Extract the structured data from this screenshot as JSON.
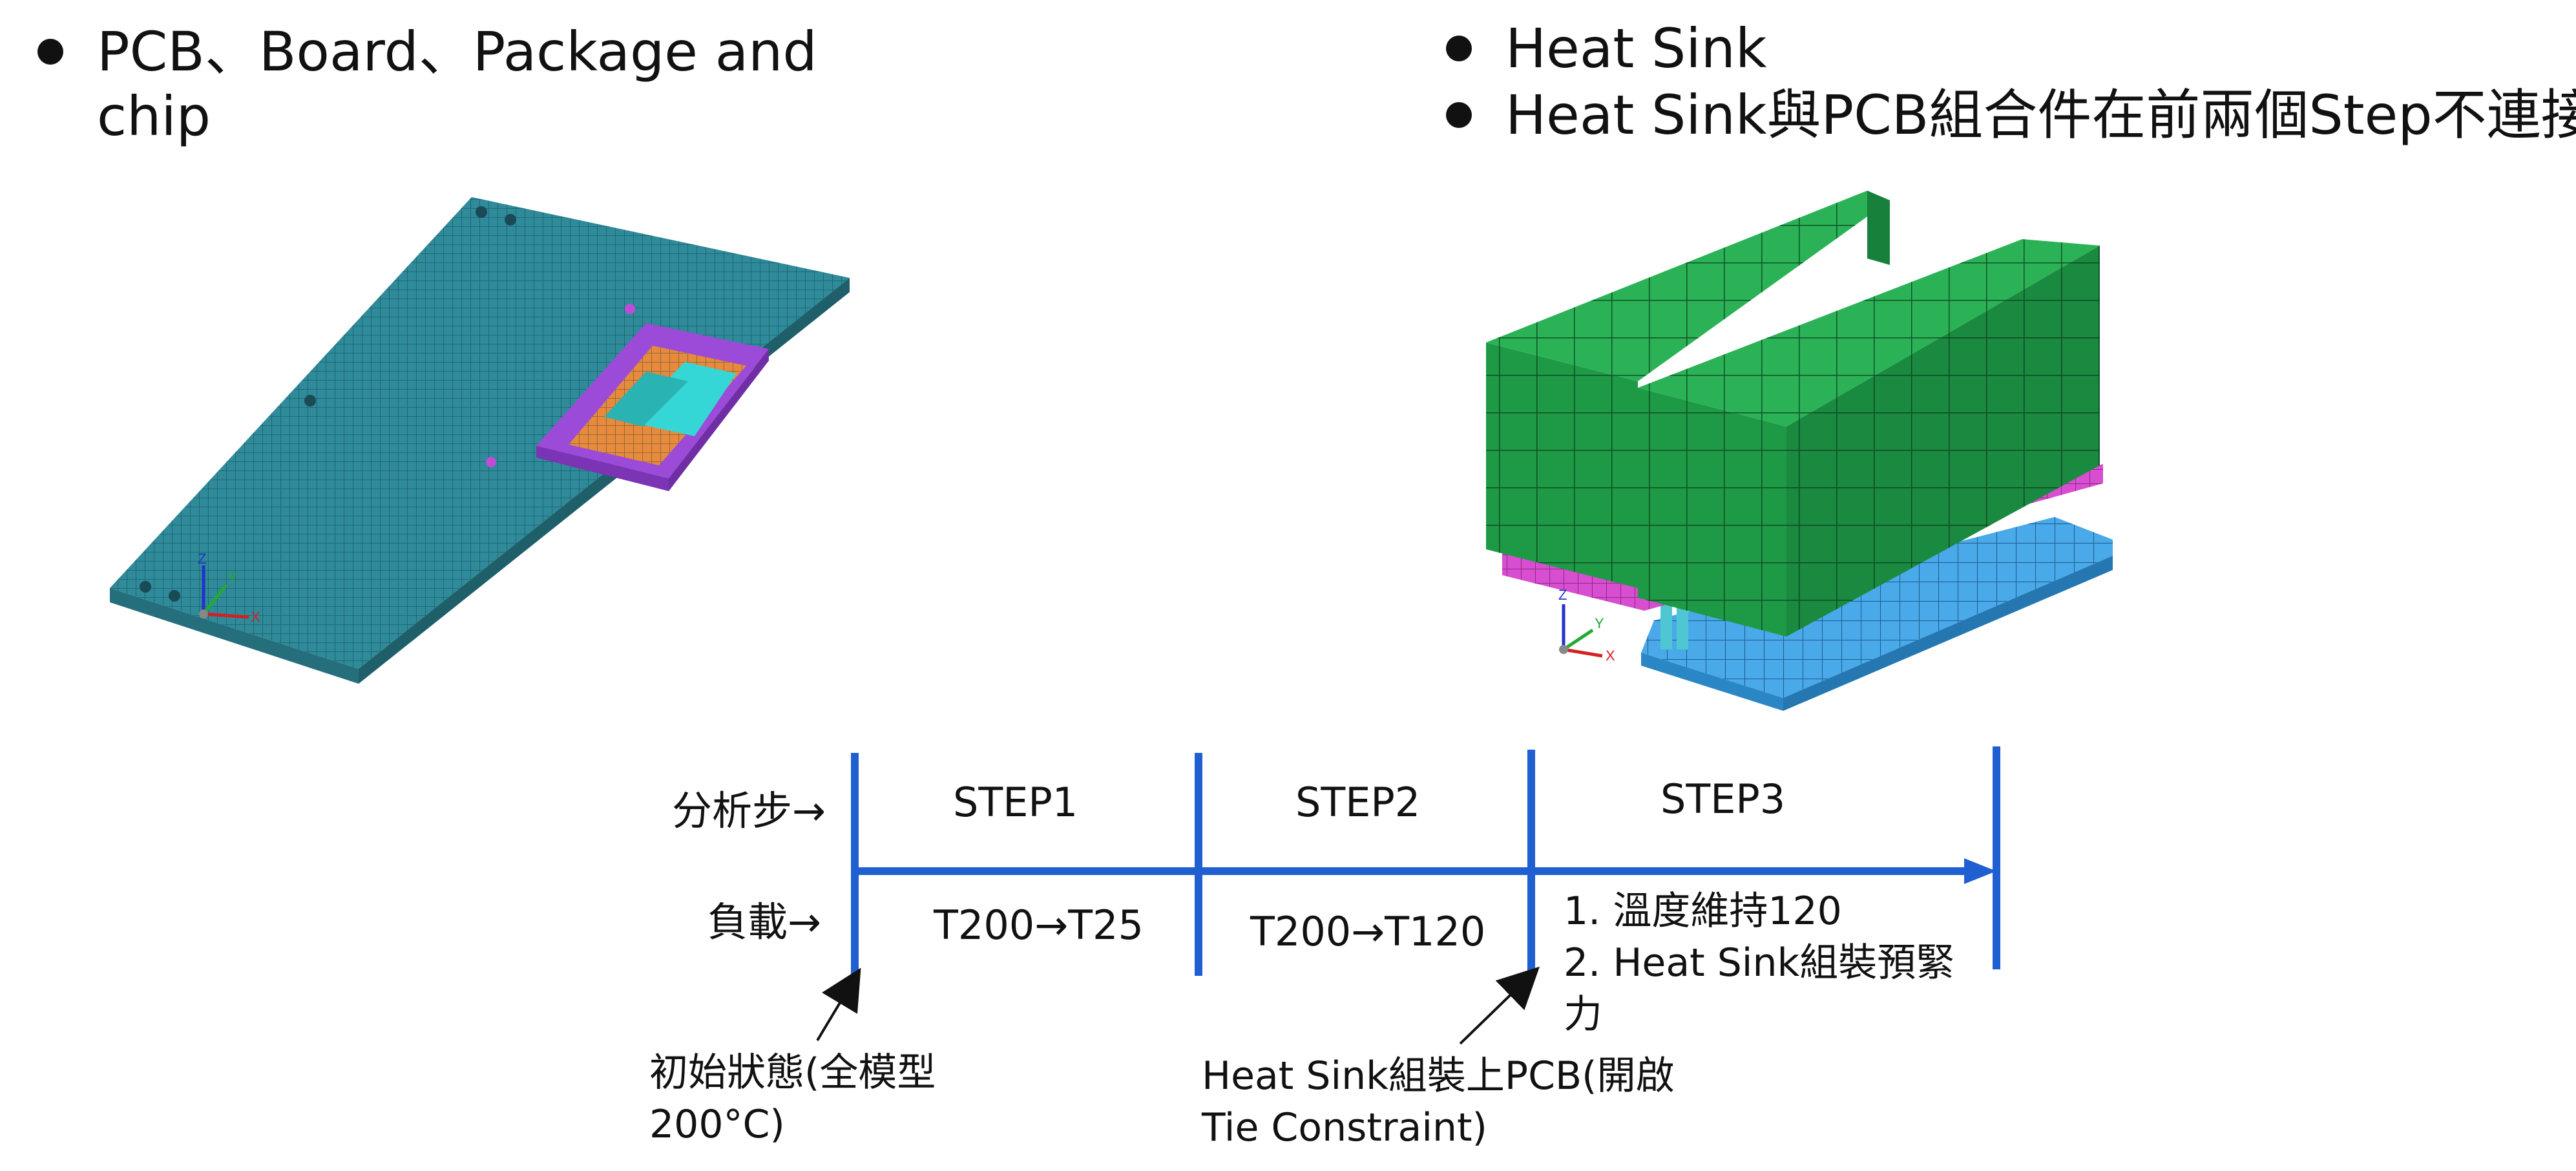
{
  "bullets_left": [
    "PCB、Board、Package and",
    "chip"
  ],
  "bullets_right": [
    "Heat Sink",
    "Heat Sink與PCB組合件在前兩個Step不連接"
  ],
  "timeline": {
    "row_label_steps": "分析步→",
    "row_label_loads": "負載→",
    "steps": [
      "STEP1",
      "STEP2",
      "STEP3"
    ],
    "loads": [
      "T200→T25",
      "T200→T120"
    ],
    "step3_load_lines": [
      "1. 溫度維持120",
      "2. Heat Sink組裝預緊",
      "力"
    ],
    "note_initial": [
      "初始狀態(全模型",
      "200°C)"
    ],
    "note_assembly": [
      "Heat Sink組裝上PCB(開啟",
      "Tie Constraint)"
    ]
  },
  "axis_labels": {
    "left_z": "Z",
    "left_y": "Y",
    "left_x": "X",
    "right_z": "Z",
    "right_y": "Y",
    "right_x": "X"
  },
  "colors": {
    "timeline_blue": "#1f5fd1",
    "pcb": "#2f8a9a",
    "heatsink_green": "#1e9a47",
    "heatsink_plate": "#d84ed0",
    "base_blue": "#49a9e9",
    "package_purple": "#9b4bd8",
    "package_orange": "#e78a3c",
    "chip_cyan": "#35d6d6"
  }
}
